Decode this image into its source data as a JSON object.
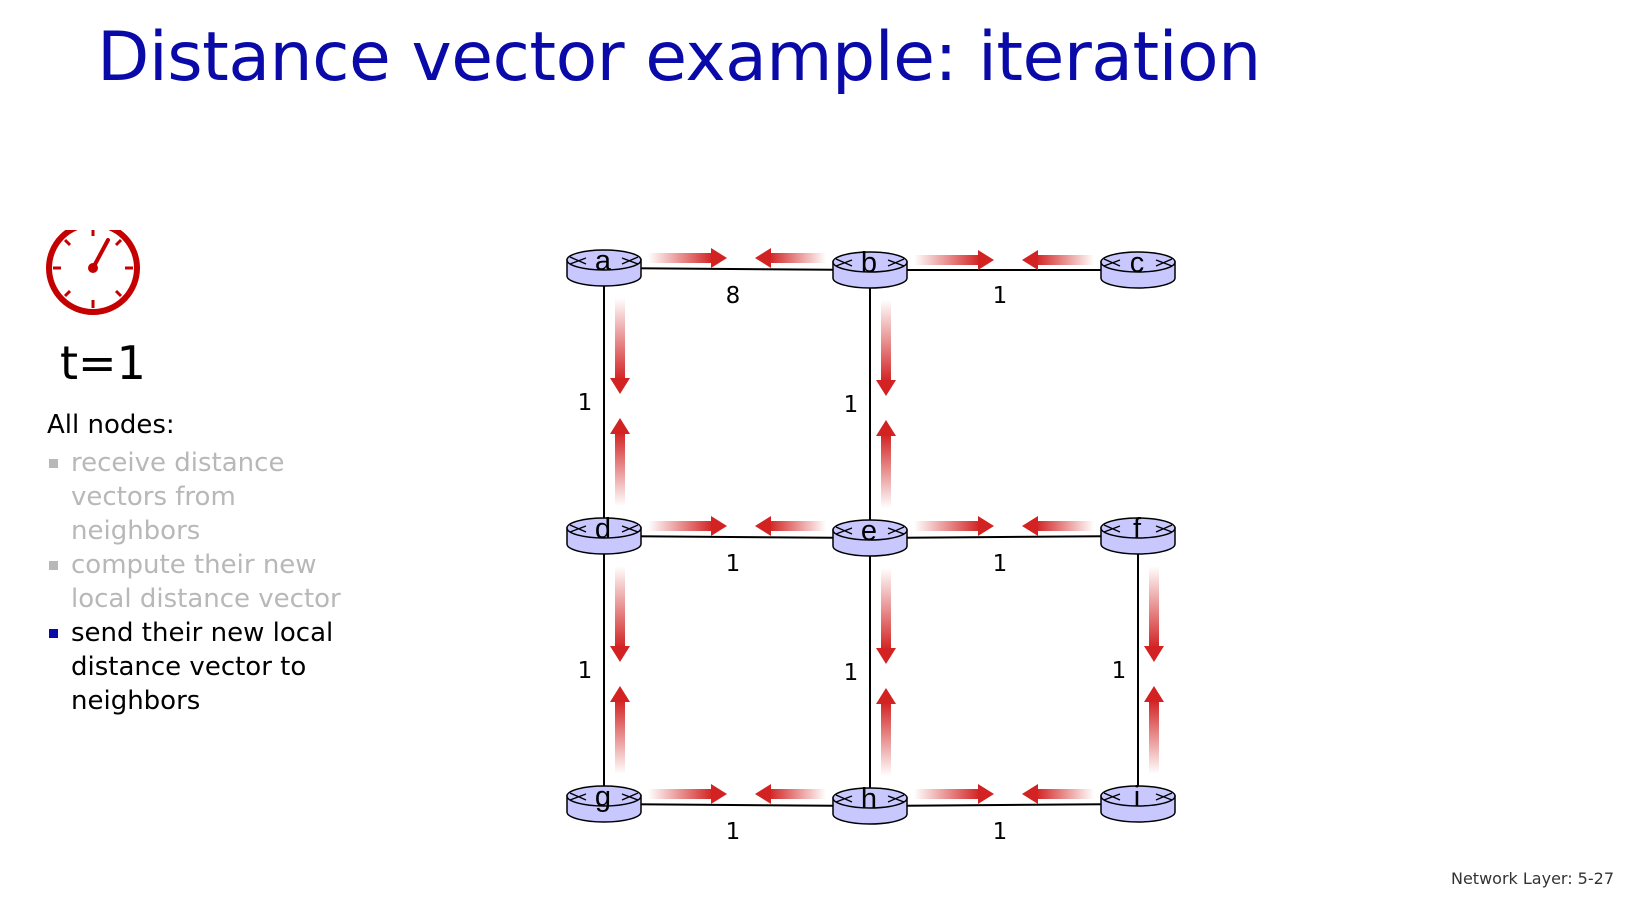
{
  "title": "Distance vector example: iteration",
  "time_label": "t=1",
  "nodes_heading": "All nodes:",
  "steps": [
    {
      "text": "receive distance vectors from neighbors",
      "active": false
    },
    {
      "text": "compute their new local  distance vector",
      "active": false
    },
    {
      "text": "send their new local distance vector to neighbors",
      "active": true
    }
  ],
  "graph": {
    "nodes": [
      "a",
      "b",
      "c",
      "d",
      "e",
      "f",
      "g",
      "h",
      "i"
    ],
    "links": [
      {
        "from": "a",
        "to": "b",
        "cost": "8"
      },
      {
        "from": "b",
        "to": "c",
        "cost": "1"
      },
      {
        "from": "a",
        "to": "d",
        "cost": "1"
      },
      {
        "from": "b",
        "to": "e",
        "cost": "1"
      },
      {
        "from": "d",
        "to": "e",
        "cost": "1"
      },
      {
        "from": "e",
        "to": "f",
        "cost": "1"
      },
      {
        "from": "d",
        "to": "g",
        "cost": "1"
      },
      {
        "from": "e",
        "to": "h",
        "cost": "1"
      },
      {
        "from": "f",
        "to": "i",
        "cost": "1"
      },
      {
        "from": "g",
        "to": "h",
        "cost": "1"
      },
      {
        "from": "h",
        "to": "i",
        "cost": "1"
      }
    ]
  },
  "colors": {
    "title": "#0a0aa8",
    "node_fill": "#c8c8ff",
    "arrow": "#d22222",
    "clock": "#c40000",
    "inactive_text": "#b8b8b8",
    "active_bullet": "#0a0aa8"
  },
  "footer": "Network Layer: 5-27"
}
